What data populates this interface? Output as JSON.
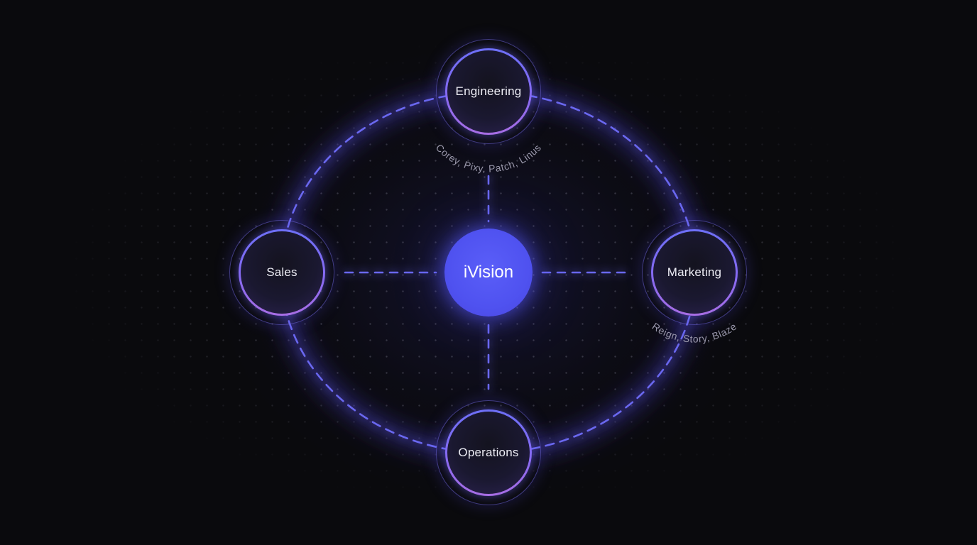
{
  "diagram": {
    "hub": {
      "label": "iVision",
      "color": "#5457f2"
    },
    "nodes": [
      {
        "id": "engineering",
        "label": "Engineering",
        "members": "Corey, Pixy, Patch, Linus",
        "position": "top"
      },
      {
        "id": "sales",
        "label": "Sales",
        "members": "",
        "position": "left"
      },
      {
        "id": "marketing",
        "label": "Marketing",
        "members": "Reign, Story, Blaze",
        "position": "right"
      },
      {
        "id": "operations",
        "label": "Operations",
        "members": "",
        "position": "bottom"
      }
    ],
    "colors": {
      "background": "#0a0a0d",
      "ring_dash": "#6a68f0",
      "node_border_top": "#6c72f6",
      "node_border_bottom": "#b070e0",
      "member_text": "#9a98ab"
    }
  }
}
